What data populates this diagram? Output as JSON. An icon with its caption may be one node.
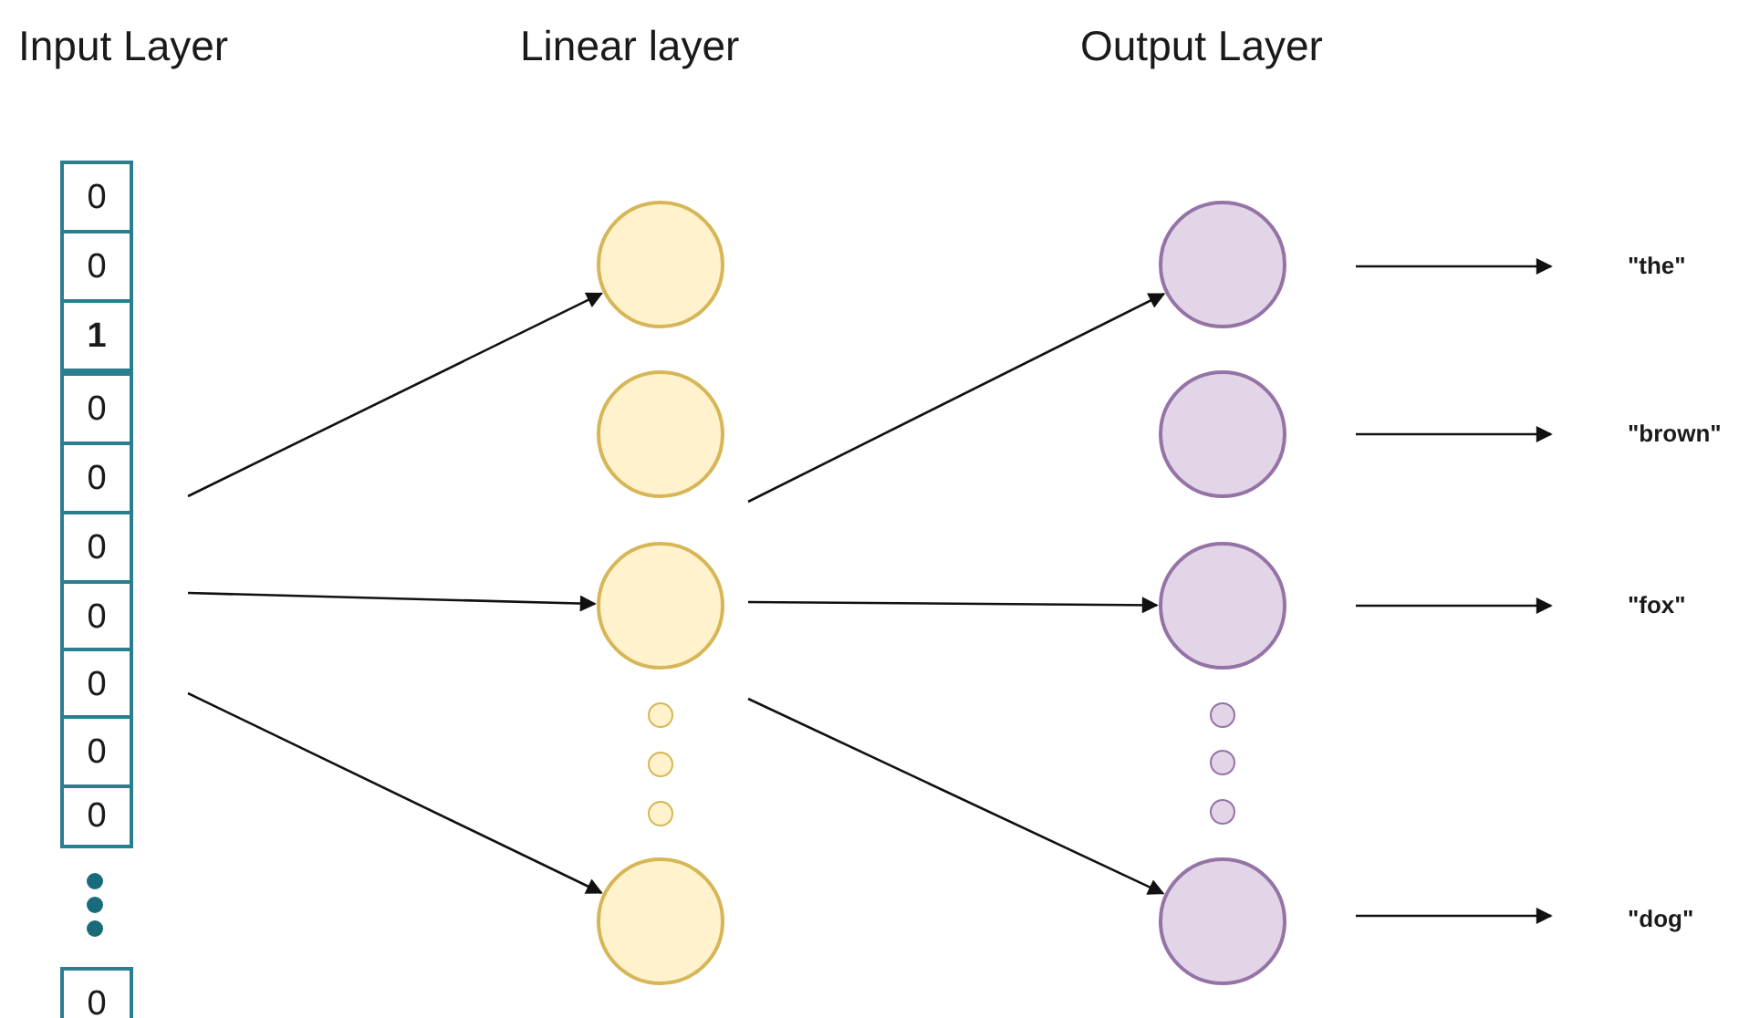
{
  "diagram": {
    "nodes": [
      {
        "text": [
          "0"
        ]
      },
      {
        "text": [
          "0"
        ]
      },
      {
        "text": [
          "1"
        ]
      },
      {
        "text": [
          "0"
        ]
      },
      {
        "text": [
          "0"
        ]
      },
      {
        "text": [
          "0"
        ]
      },
      {
        "text": [
          "0"
        ]
      },
      {
        "text": [
          "0"
        ]
      },
      {
        "text": [
          "0"
        ]
      },
      {
        "text": [
          "0"
        ]
      },
      {
        "text": [
          "0"
        ]
      },
      {
        "text": [],
        "shape": "circle"
      },
      {
        "text": [],
        "shape": "circle"
      },
      {
        "text": [],
        "shape": "circle"
      },
      {
        "text": [],
        "shape": "circle"
      },
      {
        "text": [],
        "shape": "circle"
      },
      {
        "text": [],
        "shape": "circle"
      },
      {
        "text": [],
        "shape": "circle"
      },
      {
        "text": [],
        "shape": "circle"
      },
      {
        "text": [
          "\"the\""
        ]
      },
      {
        "text": [
          "\"brown\""
        ]
      },
      {
        "text": [
          "\"fox\""
        ]
      },
      {
        "text": [
          "\"dog\""
        ]
      }
    ],
    "edges": [
      {
        "from": null,
        "to": 11,
        "arrow": "to"
      },
      {
        "from": null,
        "to": 13,
        "arrow": "to"
      },
      {
        "from": null,
        "to": 14,
        "arrow": "to"
      },
      {
        "from": null,
        "to": 15,
        "arrow": "to"
      },
      {
        "from": null,
        "to": 17,
        "arrow": "to"
      },
      {
        "from": null,
        "to": 18,
        "arrow": "to"
      },
      {
        "from": null,
        "to": 19,
        "arrow": "to"
      },
      {
        "from": null,
        "to": 20,
        "arrow": "to"
      },
      {
        "from": null,
        "to": 21,
        "arrow": "to"
      },
      {
        "from": null,
        "to": 22,
        "arrow": "to"
      }
    ],
    "labels": [
      "Input Layer",
      "Linear layer",
      "Output Layer"
    ]
  }
}
